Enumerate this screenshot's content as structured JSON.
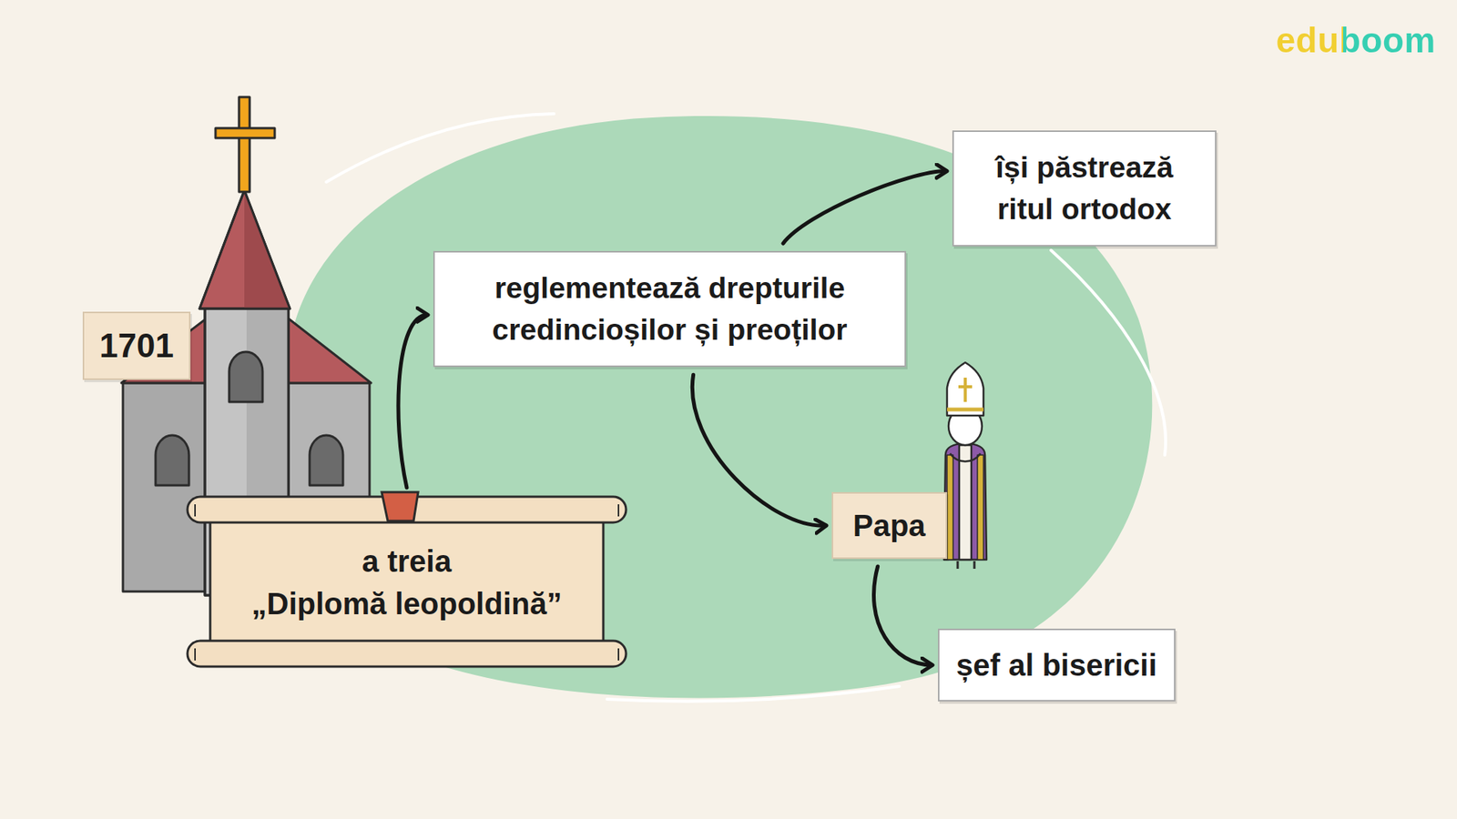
{
  "diagram": {
    "nodes": [
      {
        "text": [
          "1701"
        ]
      },
      {
        "text": [
          "a treia",
          "„Diplomă leopoldină”"
        ]
      },
      {
        "text": [
          "reglementează drepturile credincioșilor și preoților"
        ]
      },
      {
        "text": [
          "își păstrează ritul ortodox"
        ]
      },
      {
        "text": [
          "Papa"
        ]
      },
      {
        "text": [
          "șef al bisericii"
        ]
      }
    ],
    "edges": [
      {
        "from": 1,
        "to": 2,
        "arrow": "to"
      },
      {
        "from": 2,
        "to": 3,
        "arrow": "to"
      },
      {
        "from": 2,
        "to": 4,
        "arrow": "to"
      },
      {
        "from": 4,
        "to": 5,
        "arrow": "to"
      }
    ],
    "labels": [
      "eduboom"
    ]
  }
}
